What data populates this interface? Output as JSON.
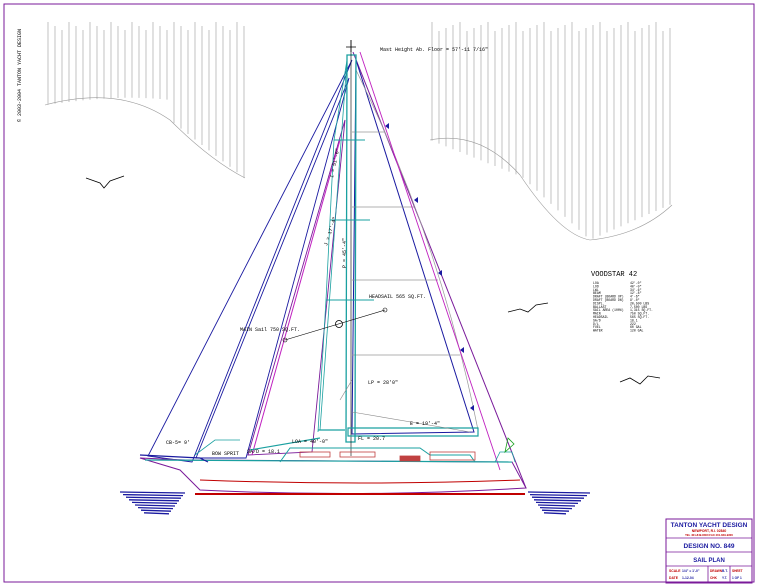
{
  "copyright": "© 2003-2004 TANTON YACHT DESIGN",
  "labels": {
    "mast_height": "Mast Height Ab. Floor = 57'-11 7/16\"",
    "i_dim": "I = 51'-6\"",
    "p_dim": "P = 45'-4\"",
    "j_dim": "J = 17'-4\"",
    "e_dim": "E = 19'-4\"",
    "lp_dim": "LP = 28'0\"",
    "loa_label": "LOA = 40'-0\"",
    "headsail_area": "HEADSAIL 565 SQ.FT.",
    "mainsail_area": "MAIN Sail 750 SQ.FT.",
    "cb_label": "CB-5= 9'",
    "ce_label": "SA/D = 18.1",
    "bowsprit_label": "BOW SPRIT",
    "rig_label": "FL = 20.7"
  },
  "specs": {
    "title": "VOODSTAR 42",
    "rows": [
      [
        "LOA",
        "42'-0\""
      ],
      [
        "LOD",
        "40'-0\""
      ],
      [
        "LWL",
        "34'-6\""
      ],
      [
        "BEAM",
        "12'-8\""
      ],
      [
        "DRAFT (BOARD UP)",
        "4'-6\""
      ],
      [
        "DRAFT (BOARD DN)",
        "9'-0\""
      ],
      [
        "DISPL.",
        "20,500 LBS"
      ],
      [
        "BALLAST",
        "7,500 LBS"
      ],
      [
        "SAIL AREA (100%)",
        "1,315 SQ.FT."
      ],
      [
        "MAIN",
        "750 SQ.FT."
      ],
      [
        "HEADSAIL",
        "565 SQ.FT."
      ],
      [
        "SA/D",
        "18.1"
      ],
      [
        "D/L",
        "222"
      ],
      [
        "FUEL",
        "60 GAL"
      ],
      [
        "WATER",
        "120 GAL"
      ]
    ]
  },
  "title_block": {
    "firm": "TANTON YACHT DESIGN",
    "address1": "NEWPORT, R.I. 02840",
    "address2": "TEL 401-849-8300 FAX 401-849-9300",
    "design_no": "DESIGN NO. 849",
    "sheet_title": "SAIL PLAN",
    "scale_label": "SCALE",
    "scale_value": "1/4\" = 1'-0\"",
    "date_label": "DATE",
    "date_value": "1-12-04",
    "drawn_label": "DRAWN",
    "drawn_value": "B.T.",
    "checked_label": "CHK",
    "checked_value": "Y.T.",
    "sheet_label": "SHEET",
    "sheet_value": "1 OF 1"
  }
}
